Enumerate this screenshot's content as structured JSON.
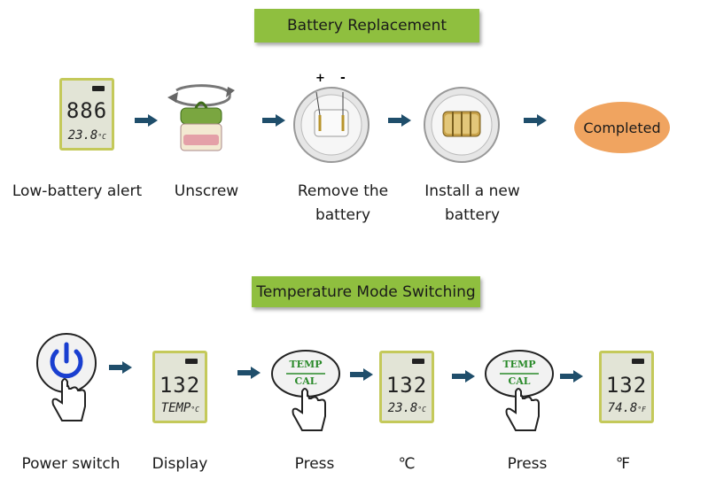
{
  "sections": {
    "battery_title": "Battery Replacement",
    "mode_title": "Temperature Mode Switching"
  },
  "battery_steps": {
    "low_battery_caption": "Low-battery alert",
    "unscrew_caption": "Unscrew",
    "remove_caption_line1": "Remove the",
    "remove_caption_line2": "battery",
    "install_caption_line1": "Install a new",
    "install_caption_line2": "battery",
    "completed_label": "Completed"
  },
  "battery_lcd": {
    "top": "886",
    "bottom": "23.8",
    "unit": "°C"
  },
  "battery_polarity": {
    "plus": "+",
    "minus": "-"
  },
  "mode_steps": {
    "power_caption": "Power switch",
    "display_caption": "Display",
    "press1_caption": "Press",
    "celsius_caption": "℃",
    "press2_caption": "Press",
    "fahrenheit_caption": "℉"
  },
  "mode_lcd_display": {
    "top": "132",
    "bottom": "TEMP",
    "unit": "°C"
  },
  "mode_lcd_celsius": {
    "top": "132",
    "bottom": "23.8",
    "unit": "°C"
  },
  "mode_lcd_fahrenheit": {
    "top": "132",
    "bottom": "74.8",
    "unit": "°F"
  },
  "button_label": {
    "top": "TEMP",
    "bottom": "CAL"
  },
  "colors": {
    "banner": "#8fbf3f",
    "arrow": "#1f4e6b",
    "completed": "#f0a460",
    "lcd_border": "#c4c95a"
  }
}
